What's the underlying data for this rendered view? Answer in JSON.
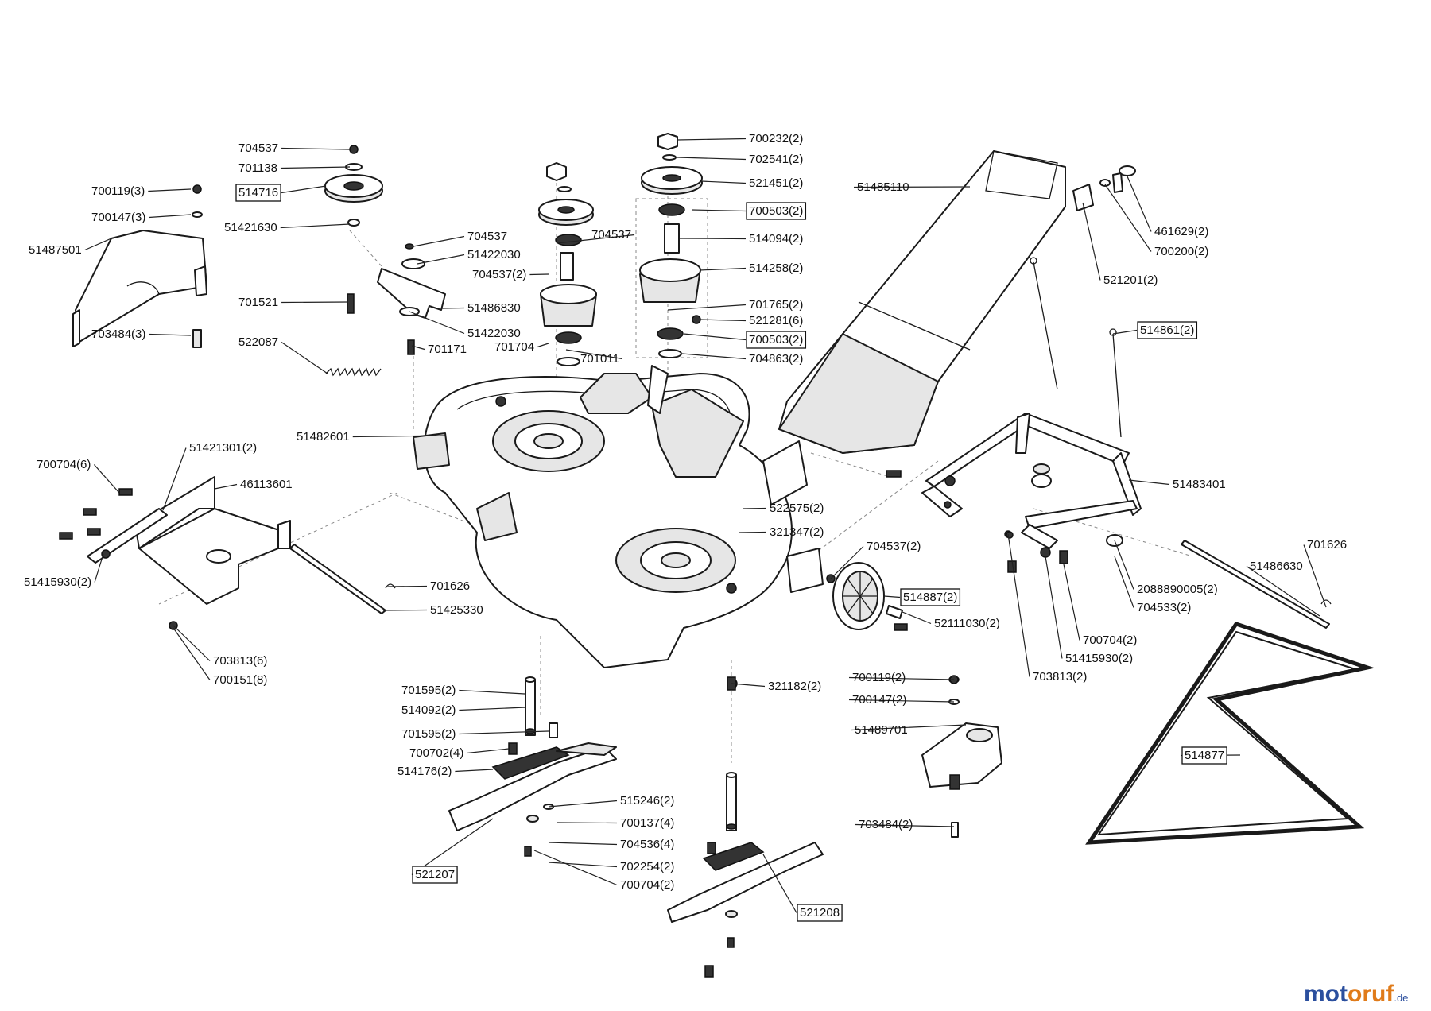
{
  "labels": [
    {
      "text": "704537"
    },
    {
      "text": "701138"
    },
    {
      "text": "514716"
    },
    {
      "text": "51421630"
    },
    {
      "text": "700119(3)"
    },
    {
      "text": "700147(3)"
    },
    {
      "text": "51487501"
    },
    {
      "text": "703484(3)"
    },
    {
      "text": "704537"
    },
    {
      "text": "51422030"
    },
    {
      "text": "51486830"
    },
    {
      "text": "51422030"
    },
    {
      "text": "701521"
    },
    {
      "text": "522087"
    },
    {
      "text": "701171"
    },
    {
      "text": "704537"
    },
    {
      "text": "704537(2)"
    },
    {
      "text": "701704"
    },
    {
      "text": "701011"
    },
    {
      "text": "700232(2)"
    },
    {
      "text": "702541(2)"
    },
    {
      "text": "521451(2)"
    },
    {
      "text": "700503(2)"
    },
    {
      "text": "514094(2)"
    },
    {
      "text": "514258(2)"
    },
    {
      "text": "701765(2)"
    },
    {
      "text": "521281(6)"
    },
    {
      "text": "700503(2)"
    },
    {
      "text": "704863(2)"
    },
    {
      "text": "51485110"
    },
    {
      "text": "461629(2)"
    },
    {
      "text": "700200(2)"
    },
    {
      "text": "521201(2)"
    },
    {
      "text": "514861(2)"
    },
    {
      "text": "51482601"
    },
    {
      "text": "51421301(2)"
    },
    {
      "text": "700704(6)"
    },
    {
      "text": "46113601"
    },
    {
      "text": "51415930(2)"
    },
    {
      "text": "701626"
    },
    {
      "text": "51425330"
    },
    {
      "text": "703813(6)"
    },
    {
      "text": "700151(8)"
    },
    {
      "text": "522575(2)"
    },
    {
      "text": "321347(2)"
    },
    {
      "text": "704537(2)"
    },
    {
      "text": "514887(2)"
    },
    {
      "text": "52111030(2)"
    },
    {
      "text": "51483401"
    },
    {
      "text": "701626"
    },
    {
      "text": "51486630"
    },
    {
      "text": "2088890005(2)"
    },
    {
      "text": "704533(2)"
    },
    {
      "text": "700704(2)"
    },
    {
      "text": "51415930(2)"
    },
    {
      "text": "703813(2)"
    },
    {
      "text": "321182(2)"
    },
    {
      "text": "701595(2)"
    },
    {
      "text": "514092(2)"
    },
    {
      "text": "701595(2)"
    },
    {
      "text": "700702(4)"
    },
    {
      "text": "514176(2)"
    },
    {
      "text": "515246(2)"
    },
    {
      "text": "700137(4)"
    },
    {
      "text": "704536(4)"
    },
    {
      "text": "702254(2)"
    },
    {
      "text": "700704(2)"
    },
    {
      "text": "521207"
    },
    {
      "text": "521208"
    },
    {
      "text": "700119(2)"
    },
    {
      "text": "700147(2)"
    },
    {
      "text": "51489701"
    },
    {
      "text": "703484(2)"
    },
    {
      "text": "514877"
    }
  ],
  "logo": {
    "part1": "mot",
    "part2": "oruf",
    "suffix": ".de"
  },
  "colors": {
    "logo_blue": "#2b4f9e",
    "logo_orange": "#e07b1a"
  }
}
